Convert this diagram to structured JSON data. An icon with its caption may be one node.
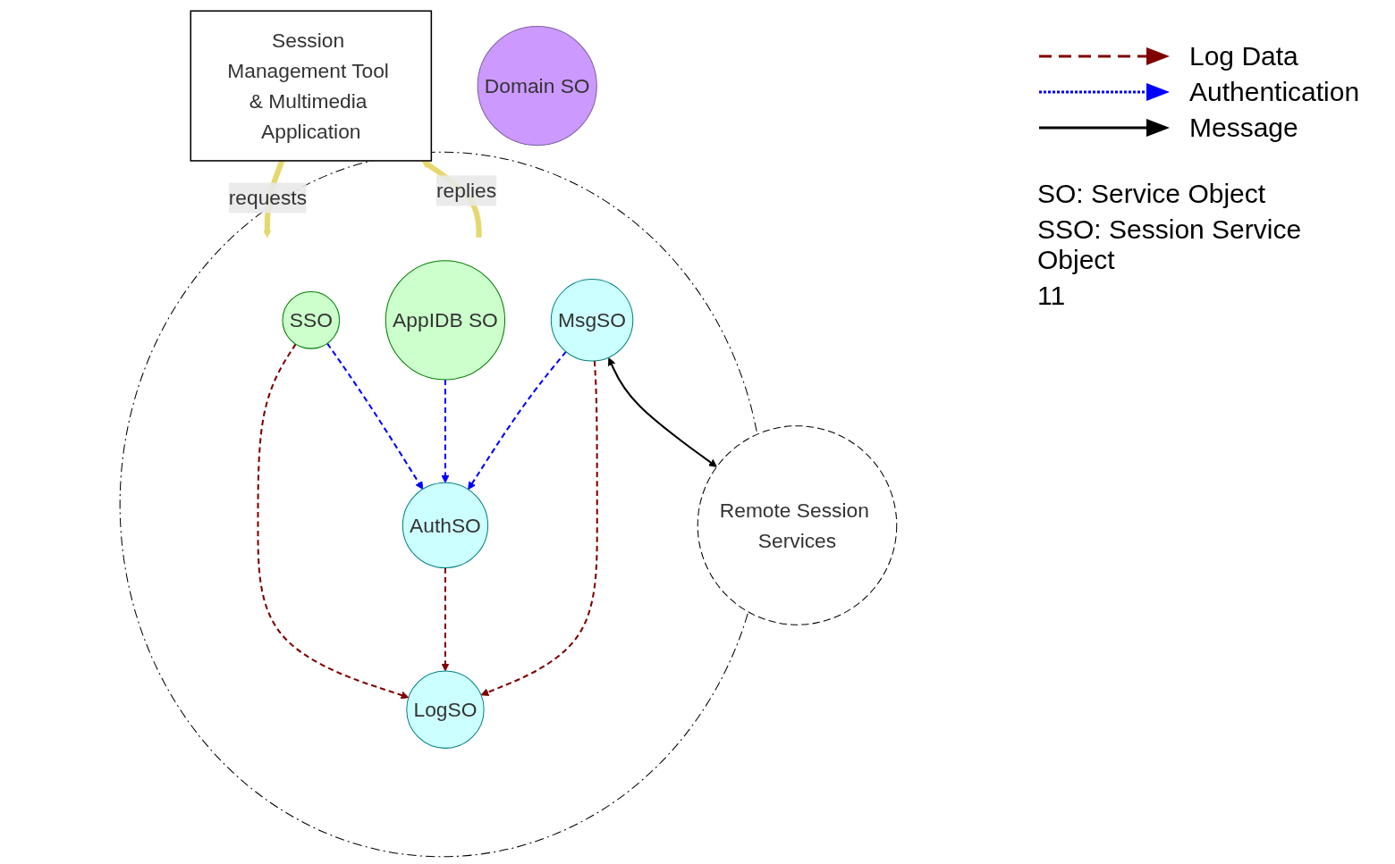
{
  "diagram": {
    "nodes": [
      {
        "text": [
          "Session Management Tool & Multimedia Application"
        ]
      },
      {
        "text": [],
        "shape": "circle"
      },
      {
        "text": [
          "SSO"
        ],
        "in": 1
      },
      {
        "text": [
          "AppIDB SO"
        ],
        "in": 1
      },
      {
        "text": [
          "LogSO"
        ],
        "in": 1
      },
      {
        "text": [
          "AuthSO"
        ],
        "in": 1
      },
      {
        "text": [
          "MsgSO"
        ],
        "in": 1
      },
      {
        "text": [
          "Domain SO"
        ]
      },
      {
        "text": [
          "Remote Session Services"
        ]
      }
    ],
    "edges": [
      {
        "from": 0,
        "to": 1,
        "arrow": "to",
        "label": "requests",
        "style": "thick",
        "color": "#e6d870"
      },
      {
        "from": 1,
        "to": 0,
        "arrow": "to",
        "label": "replies",
        "style": "thick",
        "color": "#e6d870"
      },
      {
        "from": 2,
        "to": 4,
        "arrow": "to",
        "style": "dashed",
        "color": "#800000"
      },
      {
        "from": 2,
        "to": 5,
        "arrow": "to",
        "style": "dashed",
        "color": "#0000ff"
      },
      {
        "from": 3,
        "to": 5,
        "arrow": "to",
        "style": "dashed",
        "color": "#0000ff"
      },
      {
        "from": 5,
        "to": 4,
        "arrow": "to",
        "style": "dashed",
        "color": "#800000"
      },
      {
        "from": 6,
        "to": 4,
        "arrow": "to",
        "style": "dashed",
        "color": "#800000"
      },
      {
        "from": 6,
        "to": 5,
        "arrow": "to",
        "style": "dashed",
        "color": "#0000ff"
      },
      {
        "from": 6,
        "to": 8,
        "arrow": "both",
        "color": "#000000"
      }
    ],
    "labels": [
      "SO: Service Object",
      "SSO: Session Service Object",
      "11"
    ],
    "legend": [
      {
        "text": "Log Data"
      },
      {
        "text": "Authentication"
      },
      {
        "text": "Message"
      }
    ]
  }
}
